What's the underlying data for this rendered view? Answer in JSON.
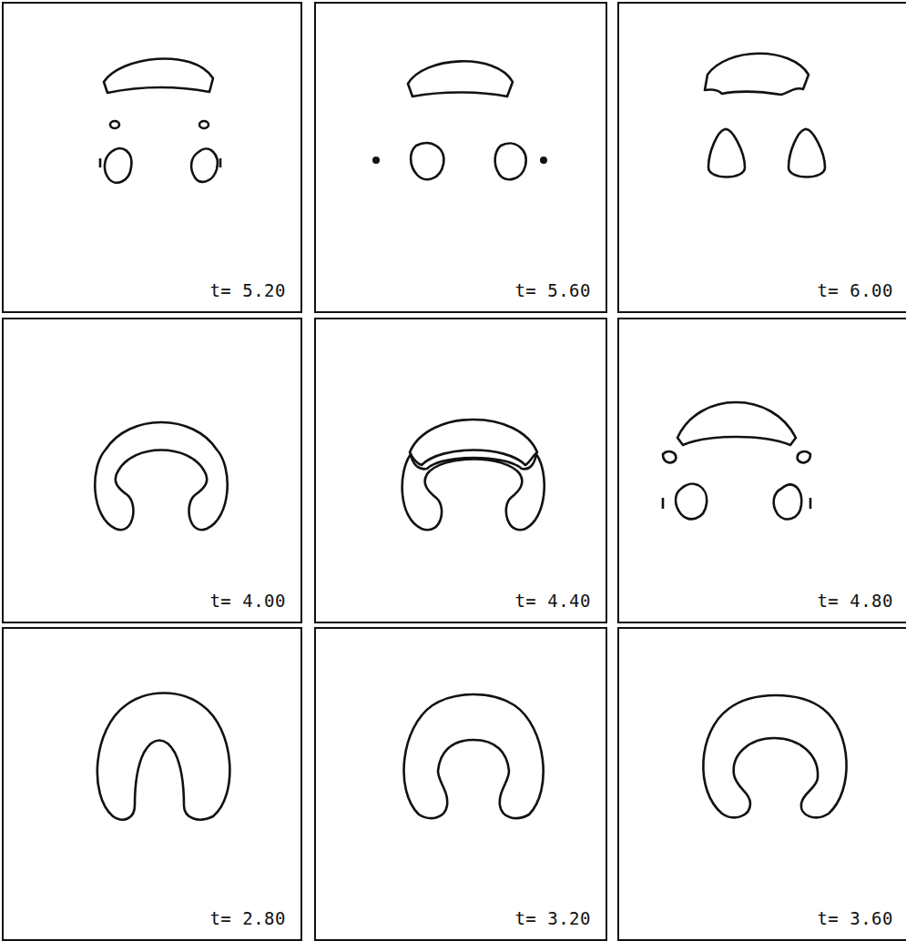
{
  "diagram": {
    "nodes": [
      {
        "text": [
          "t= 5.20"
        ]
      },
      {
        "text": [
          "t= 5.60"
        ]
      },
      {
        "text": [
          "t= 6.00"
        ]
      },
      {
        "text": [
          "t= 4.00"
        ]
      },
      {
        "text": [
          "t= 4.40"
        ]
      },
      {
        "text": [
          "t= 4.80"
        ]
      },
      {
        "text": [
          "t= 2.80"
        ]
      },
      {
        "text": [
          "t= 3.20"
        ]
      },
      {
        "text": [
          "t= 3.60"
        ]
      }
    ]
  }
}
